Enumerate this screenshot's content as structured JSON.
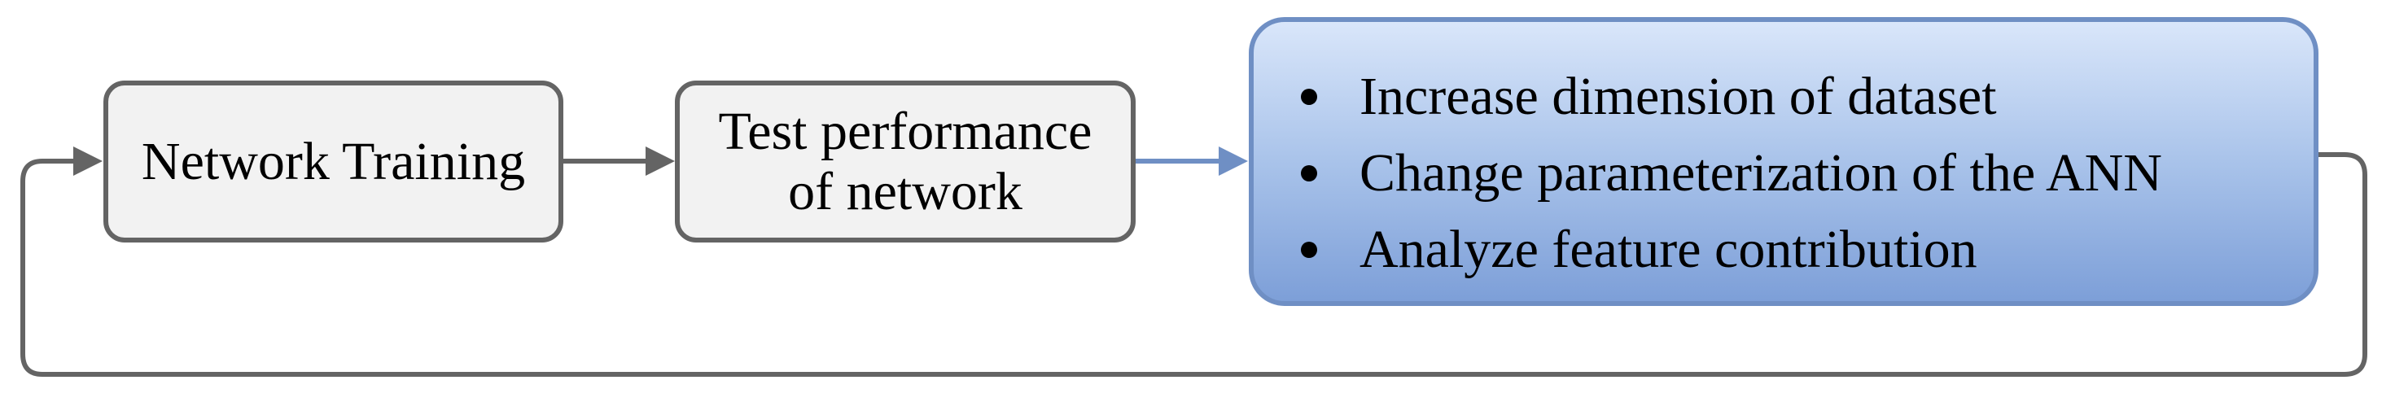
{
  "diagram": {
    "nodes": {
      "training": {
        "label": "Network Training"
      },
      "test": {
        "lines": [
          "Test performance",
          "of network"
        ]
      },
      "actions": {
        "items": [
          "Increase dimension of dataset",
          "Change parameterization of the ANN",
          "Analyze feature contribution"
        ]
      }
    },
    "edges": [
      {
        "from": "training",
        "to": "test"
      },
      {
        "from": "test",
        "to": "actions"
      },
      {
        "from": "actions",
        "to": "training",
        "type": "feedback-loop"
      }
    ],
    "colors": {
      "box_fill": "#f2f2f2",
      "box_border": "#646464",
      "arrow_gray": "#646464",
      "arrow_blue": "#6f8fc4",
      "highlight_border": "#6f8fc4",
      "highlight_top": "#d9e6fa",
      "highlight_bottom": "#7d9fd8"
    }
  }
}
